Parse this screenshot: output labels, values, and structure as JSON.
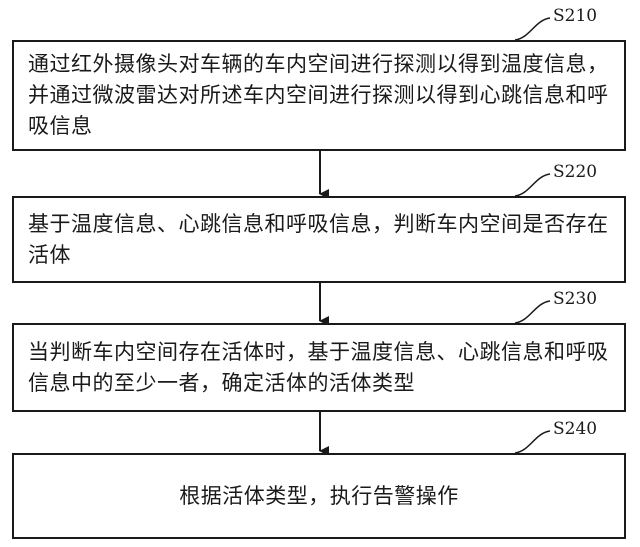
{
  "steps": [
    {
      "id": "S210",
      "text": "通过红外摄像头对车辆的车内空间进行探测以得到温度信息，并通过微波雷达对所述车内空间进行探测以得到心跳信息和呼吸信息"
    },
    {
      "id": "S220",
      "text": "基于温度信息、心跳信息和呼吸信息，判断车内空间是否存在活体"
    },
    {
      "id": "S230",
      "text": "当判断车内空间存在活体时，基于温度信息、心跳信息和呼吸信息中的至少一者，确定活体的活体类型"
    },
    {
      "id": "S240",
      "text": "根据活体类型，执行告警操作"
    }
  ]
}
